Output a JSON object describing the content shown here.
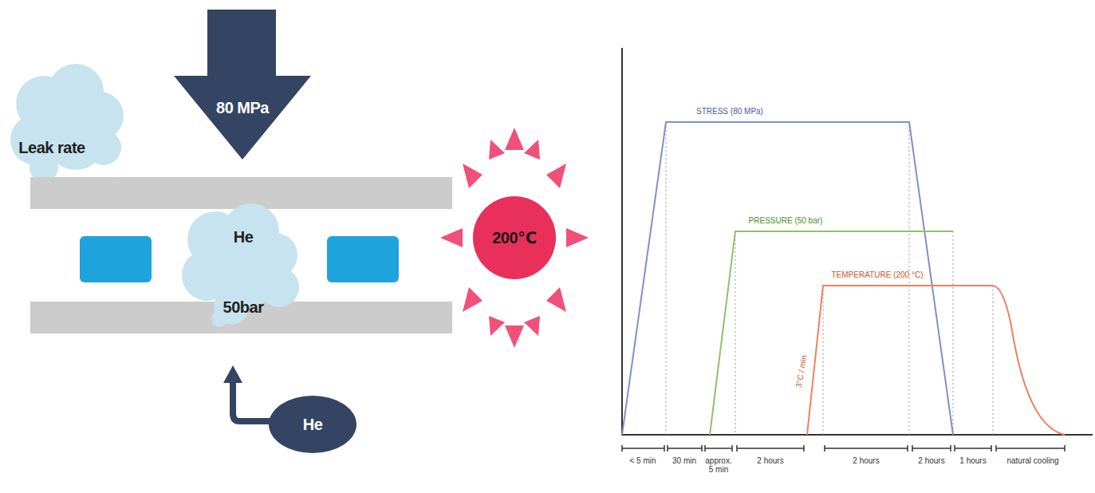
{
  "diagram": {
    "nodes": [
      {
        "text": [
          "Leak rate"
        ]
      },
      {
        "text": [
          "80 MPa"
        ]
      },
      {
        "text": [
          "He",
          "50bar"
        ]
      },
      {
        "text": [
          "He"
        ]
      },
      {
        "text": [
          "200℃"
        ]
      }
    ],
    "labels": [
      "STRESS (80 MPa)",
      "PRESSURE (50 bar)",
      "TEMPERATURE (200 °C)",
      "3°C / min",
      "< 5 min",
      "30 min",
      "approx. 5 min",
      "2 hours",
      "2 hours",
      "2 hours",
      "1 hours",
      "natural cooling"
    ]
  }
}
